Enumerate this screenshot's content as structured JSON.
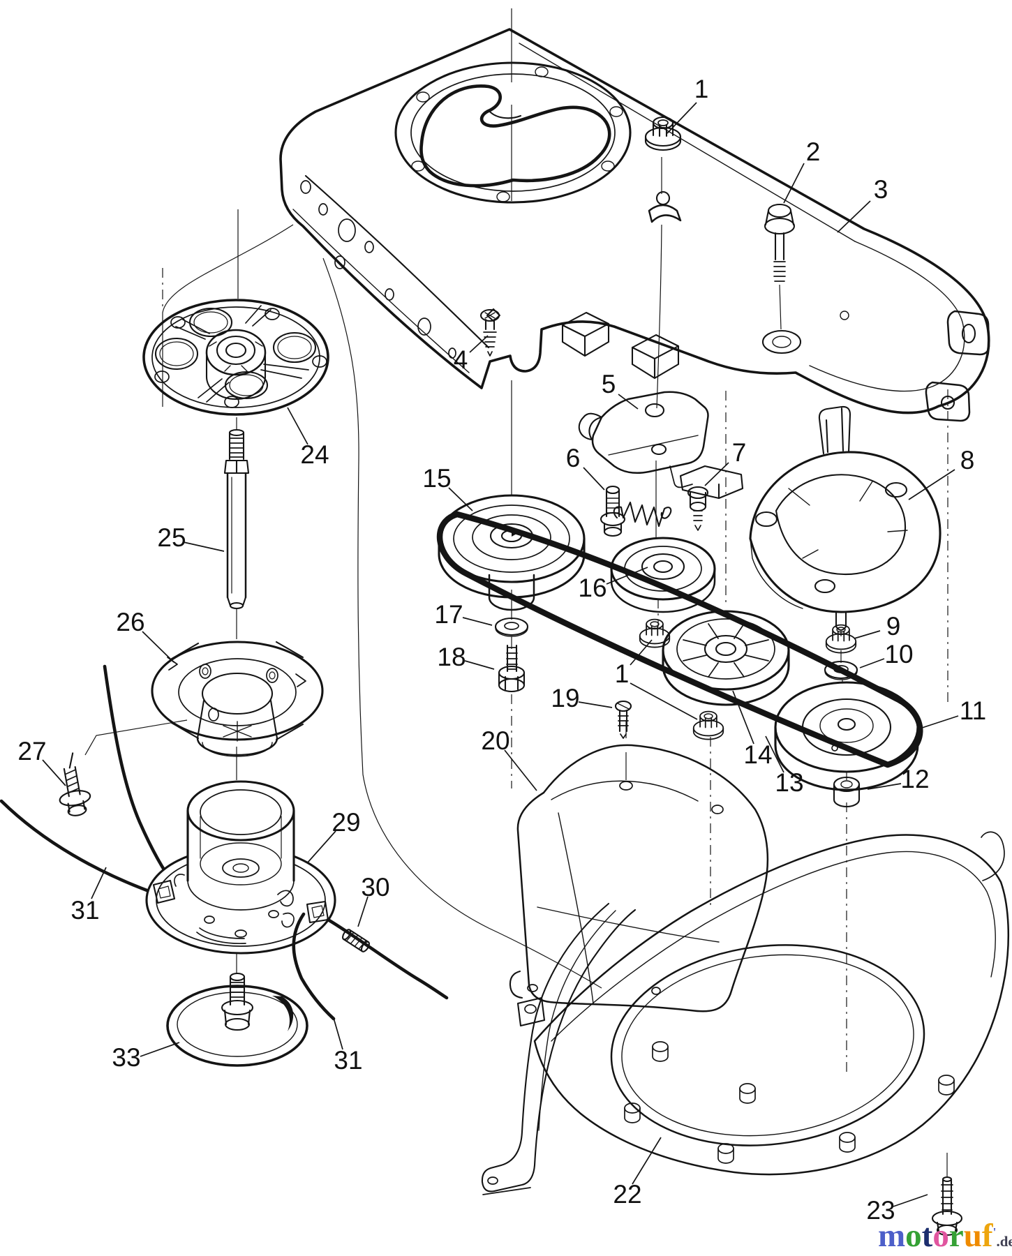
{
  "figure": {
    "background": "#ffffff",
    "line_color": "#141414",
    "callouts": [
      {
        "label": "1"
      },
      {
        "label": "2"
      },
      {
        "label": "3"
      },
      {
        "label": "4"
      },
      {
        "label": "5"
      },
      {
        "label": "6"
      },
      {
        "label": "7"
      },
      {
        "label": "8"
      },
      {
        "label": "15"
      },
      {
        "label": "16"
      },
      {
        "label": "17"
      },
      {
        "label": "18"
      },
      {
        "label": "9"
      },
      {
        "label": "10"
      },
      {
        "label": "1"
      },
      {
        "label": "19"
      },
      {
        "label": "20"
      },
      {
        "label": "11"
      },
      {
        "label": "14"
      },
      {
        "label": "13"
      },
      {
        "label": "12"
      },
      {
        "label": "24"
      },
      {
        "label": "25"
      },
      {
        "label": "26"
      },
      {
        "label": "27"
      },
      {
        "label": "29"
      },
      {
        "label": "30"
      },
      {
        "label": "31"
      },
      {
        "label": "31"
      },
      {
        "label": "33"
      },
      {
        "label": "22"
      },
      {
        "label": "23"
      }
    ]
  },
  "watermark": {
    "letters": [
      {
        "char": "m",
        "color": "#4d5fc9"
      },
      {
        "char": "o",
        "color": "#35a135"
      },
      {
        "char": "t",
        "color": "#1c2e6e"
      },
      {
        "char": "o",
        "color": "#e0559f"
      },
      {
        "char": "r",
        "color": "#35a135"
      },
      {
        "char": "u",
        "color": "#ef8b00"
      },
      {
        "char": "f",
        "color": "#eda50e"
      }
    ],
    "tick": "'",
    "tick_color": "#4d5fc9",
    "suffix": ".de",
    "suffix_color": "#3f3f52"
  }
}
